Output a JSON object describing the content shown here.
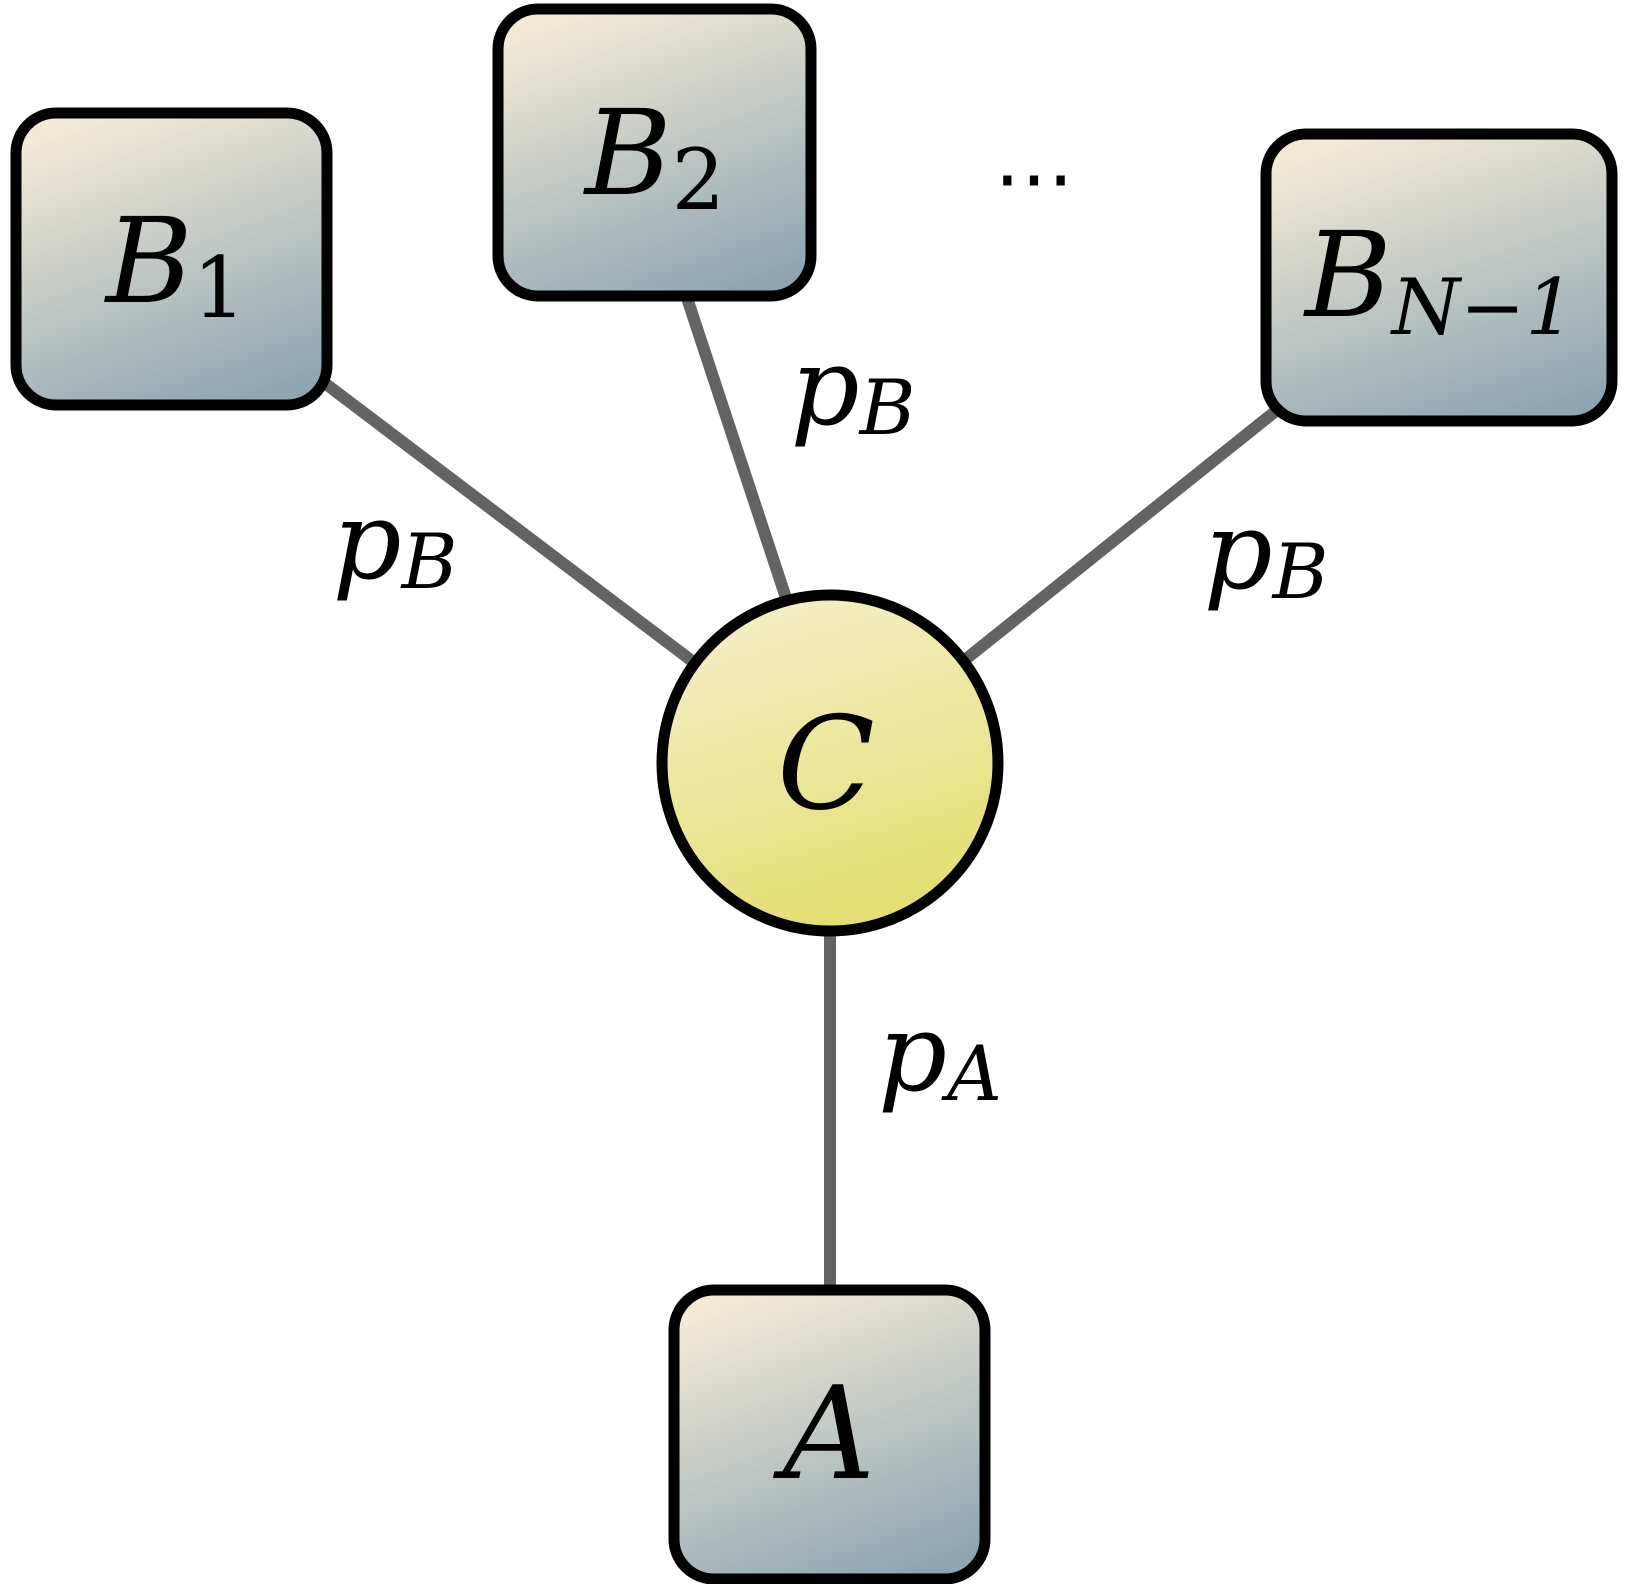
{
  "nodes": {
    "b1": {
      "main": "B",
      "sub": "1"
    },
    "b2": {
      "main": "B",
      "sub": "2"
    },
    "bn": {
      "main": "B",
      "sub": "N−1"
    },
    "c": {
      "main": "C"
    },
    "a": {
      "main": "A"
    }
  },
  "ellipsis": "⋯",
  "edge_labels": {
    "b1": {
      "main": "p",
      "sub": "B"
    },
    "b2": {
      "main": "p",
      "sub": "B"
    },
    "bn": {
      "main": "p",
      "sub": "B"
    },
    "a": {
      "main": "p",
      "sub": "A"
    }
  },
  "colors": {
    "box_gradient_top": "#f3ead6",
    "box_gradient_bottom": "#8fa6b2",
    "circle_gradient_top": "#f5eec6",
    "circle_gradient_bottom": "#e3de6e",
    "edge": "#636363",
    "outline": "#000000"
  }
}
